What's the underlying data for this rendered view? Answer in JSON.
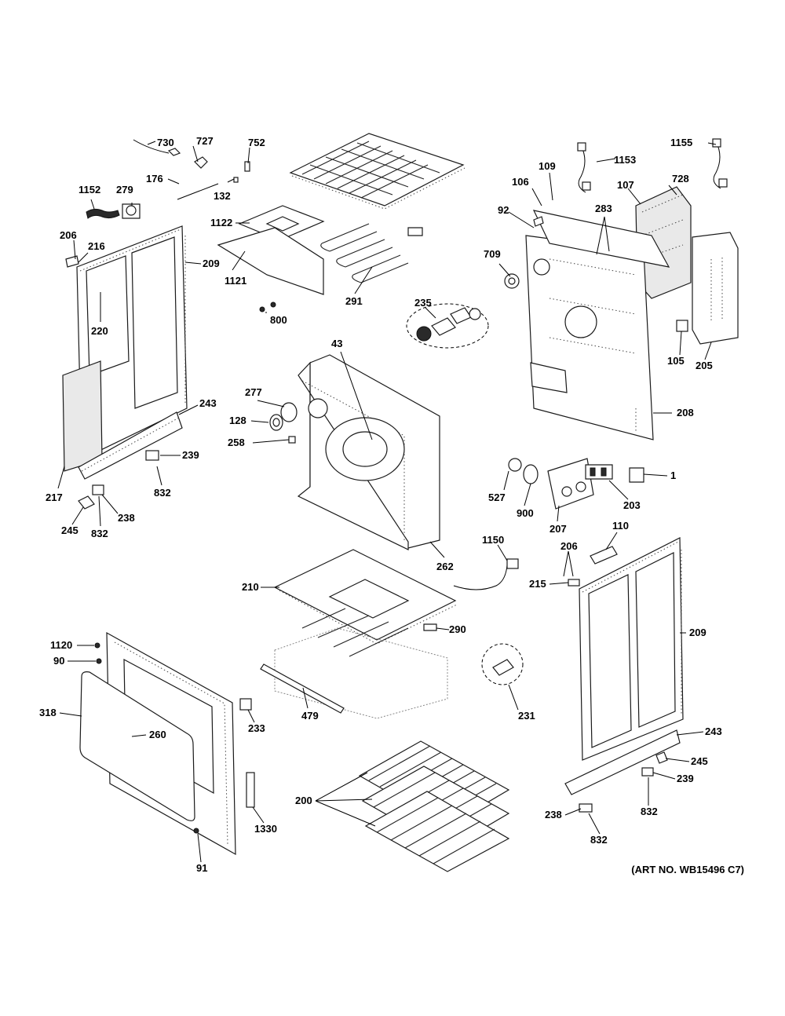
{
  "art_no": "(ART NO. WB15496 C7)",
  "callouts": {
    "c730": "730",
    "c727": "727",
    "c752": "752",
    "c176": "176",
    "c132": "132",
    "c1152": "1152",
    "c279": "279",
    "c206a": "206",
    "c216": "216",
    "c209a": "209",
    "c220": "220",
    "c1122": "1122",
    "c1121": "1121",
    "c291": "291",
    "c800": "800",
    "c235": "235",
    "c1153": "1153",
    "c1155": "1155",
    "c109": "109",
    "c106": "106",
    "c107": "107",
    "c728": "728",
    "c92": "92",
    "c283": "283",
    "c709": "709",
    "c105": "105",
    "c205": "205",
    "c208": "208",
    "c43": "43",
    "c277": "277",
    "c128": "128",
    "c258": "258",
    "c262": "262",
    "c243a": "243",
    "c239a": "239",
    "c832a": "832",
    "c217": "217",
    "c238a": "238",
    "c245a": "245",
    "c832b": "832",
    "c527": "527",
    "c900": "900",
    "c207": "207",
    "c203": "203",
    "c1": "1",
    "c110": "110",
    "c1150": "1150",
    "c206b": "206",
    "c215": "215",
    "c209b": "209",
    "c210": "210",
    "c290": "290",
    "c479": "479",
    "c231": "231",
    "c1120": "1120",
    "c90": "90",
    "c318": "318",
    "c260": "260",
    "c233": "233",
    "c1330": "1330",
    "c91": "91",
    "c200": "200",
    "c243b": "243",
    "c245b": "245",
    "c239b": "239",
    "c832c": "832",
    "c238b": "238",
    "c832d": "832"
  }
}
